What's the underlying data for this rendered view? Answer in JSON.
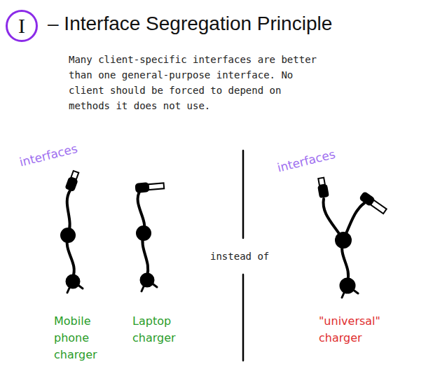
{
  "diagram": {
    "title": "– Interface Segregation Principle",
    "nodes": [
      {
        "text": [
          "I"
        ]
      }
    ],
    "labels": [
      "Many client-specific interfaces are better than one general-purpose interface. No client should be forced to depend on methods it does not use.",
      "interfaces",
      "interfaces",
      "instead of",
      "Mobile phone charger",
      "Laptop charger",
      "\"universal\" charger"
    ]
  }
}
